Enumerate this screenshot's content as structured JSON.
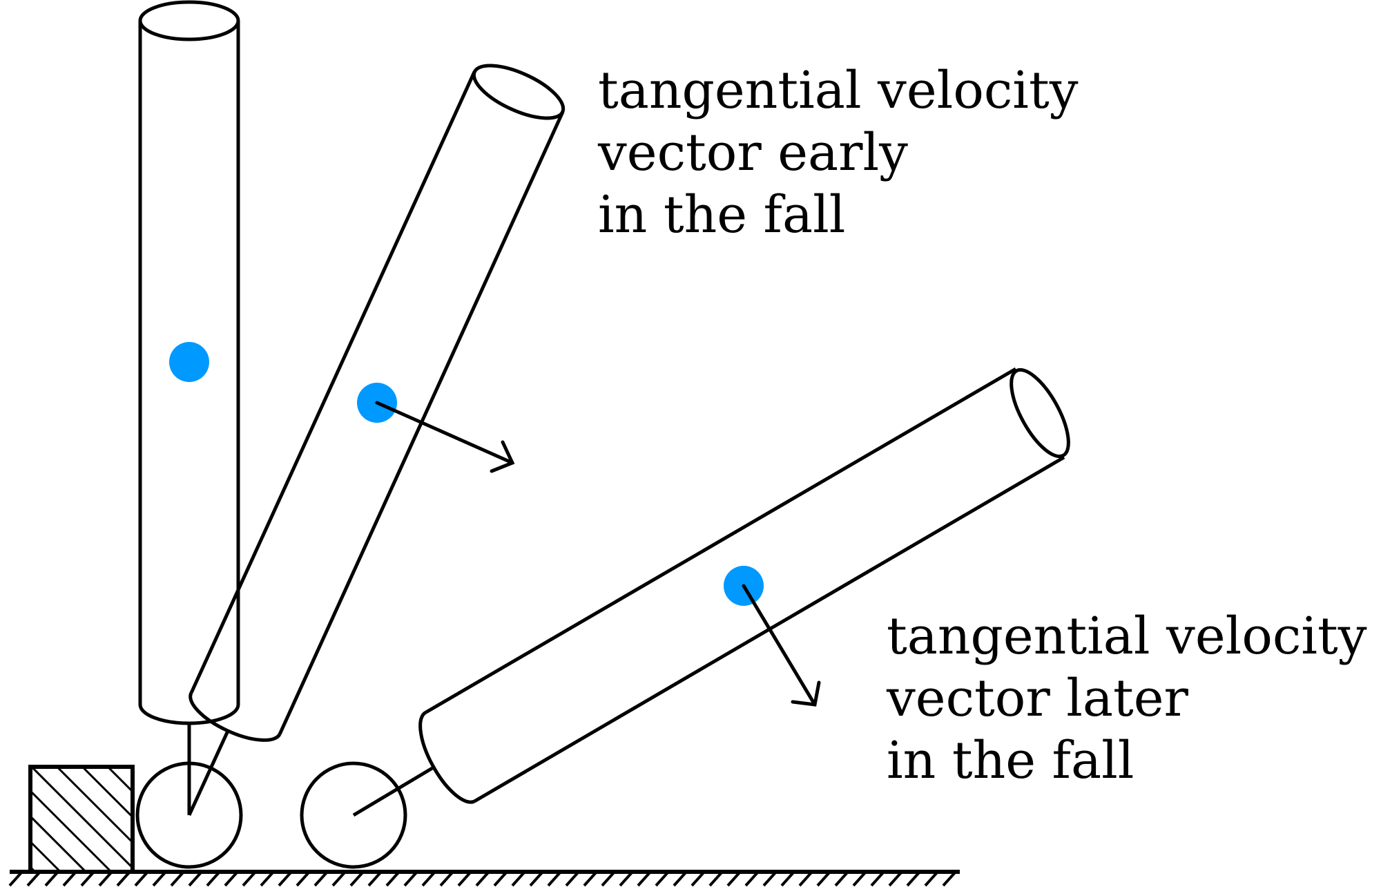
{
  "labels": {
    "early": [
      "tangential velocity",
      "vector early",
      "in the fall"
    ],
    "later": [
      "tangential velocity",
      "vector later",
      "in the fall"
    ]
  },
  "colors": {
    "stroke": "#000000",
    "center_of_mass": "#0099ff",
    "background": "#ffffff"
  }
}
